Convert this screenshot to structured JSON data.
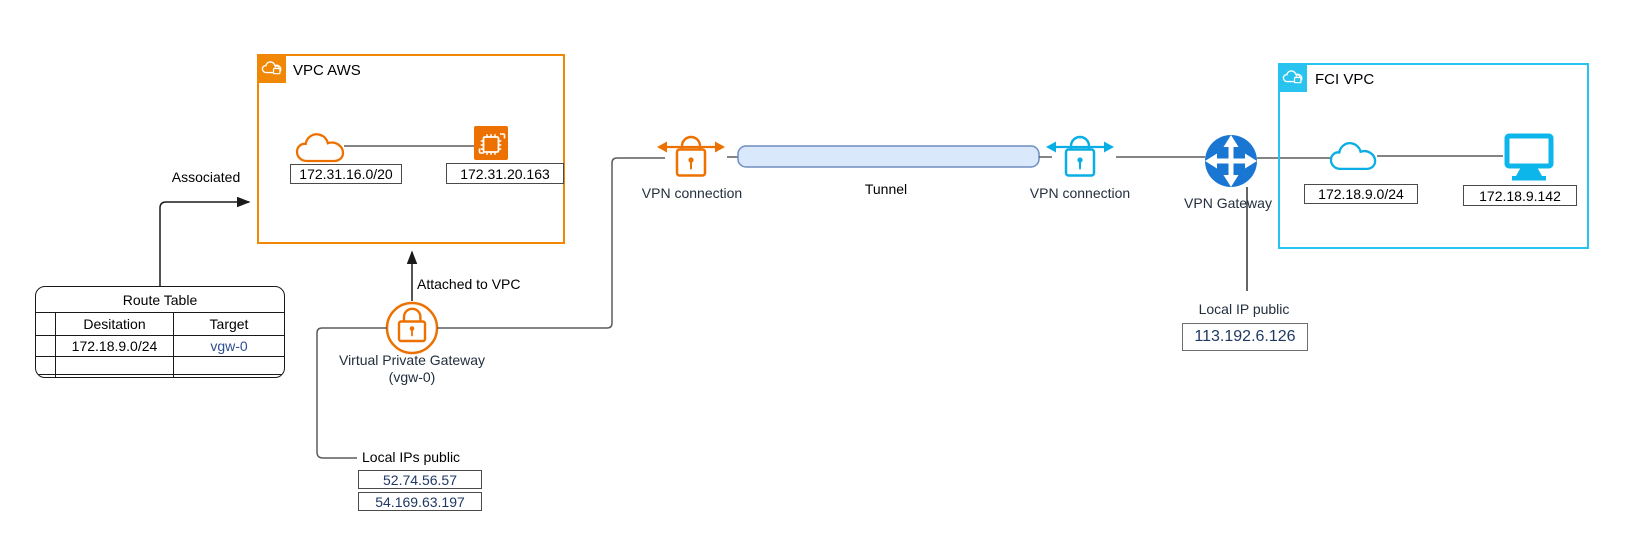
{
  "colors": {
    "aws_orange": "#ED7100",
    "aws_orange_border": "#F08705",
    "fci_cyan": "#29C3F0",
    "cyan_icon": "#0AAEE4",
    "gateway_blue": "#1976D2",
    "tunnel_fill": "#DAE8FC",
    "tunnel_stroke": "#6C8EBF",
    "label_navy": "#232F3E",
    "value_navy": "#203864",
    "link_blue": "#2D4E8F"
  },
  "vpc_aws": {
    "title": "VPC AWS",
    "subnet_cidr": "172.31.16.0/20",
    "instance_ip": "172.31.20.163"
  },
  "route_table": {
    "title": "Route Table",
    "columns": [
      "Desitation",
      "Target"
    ],
    "rows": [
      {
        "destination": "172.18.9.0/24",
        "target": "vgw-0"
      }
    ]
  },
  "edges": {
    "associated": "Associated",
    "attached_to_vpc": "Attached to VPC"
  },
  "vpg": {
    "title": "Virtual Private Gateway",
    "subtitle": "(vgw-0)",
    "local_ips_label": "Local IPs public",
    "local_ips": [
      "52.74.56.57",
      "54.169.63.197"
    ]
  },
  "vpn_connection_left": {
    "label": "VPN connection"
  },
  "tunnel": {
    "label": "Tunnel"
  },
  "vpn_connection_right": {
    "label": "VPN connection"
  },
  "vpn_gateway": {
    "label": "VPN Gateway",
    "local_ip_label": "Local IP public",
    "local_ip": "113.192.6.126"
  },
  "fci_vpc": {
    "title": "FCI VPC",
    "subnet_cidr": "172.18.9.0/24",
    "host_ip": "172.18.9.142"
  }
}
